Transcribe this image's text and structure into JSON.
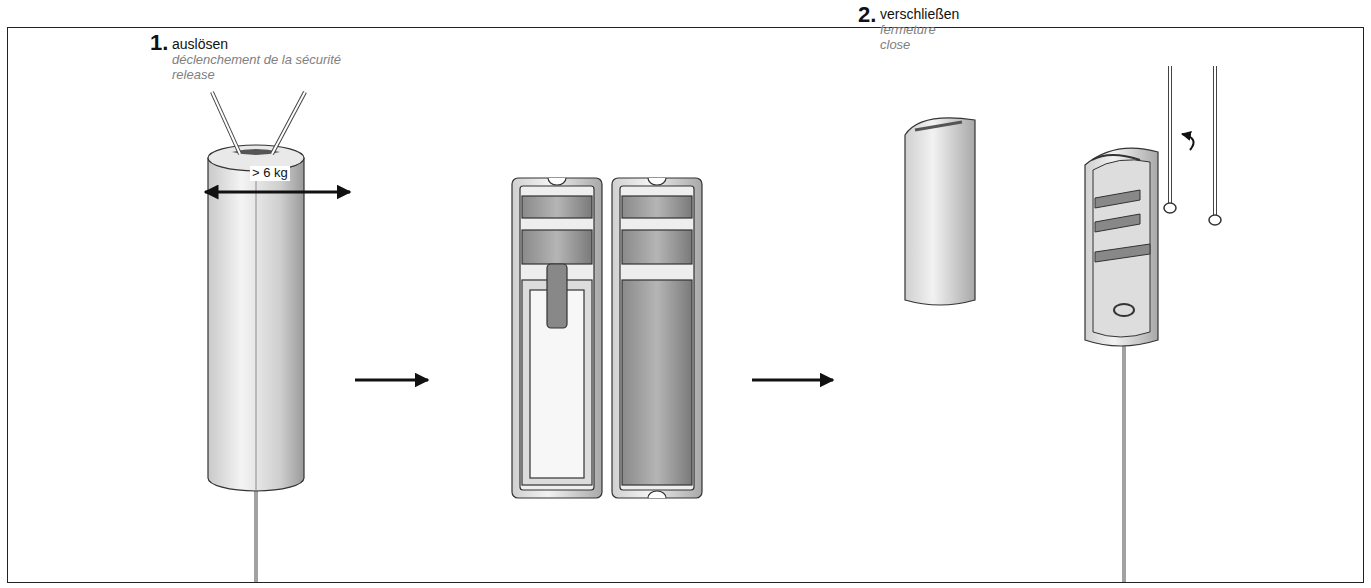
{
  "diagram": {
    "labels": [
      "1.",
      "auslösen",
      "déclenchement de la sécurité",
      "release",
      "> 6 kg",
      "2.",
      "verschließen",
      "fermeture",
      "close"
    ]
  }
}
